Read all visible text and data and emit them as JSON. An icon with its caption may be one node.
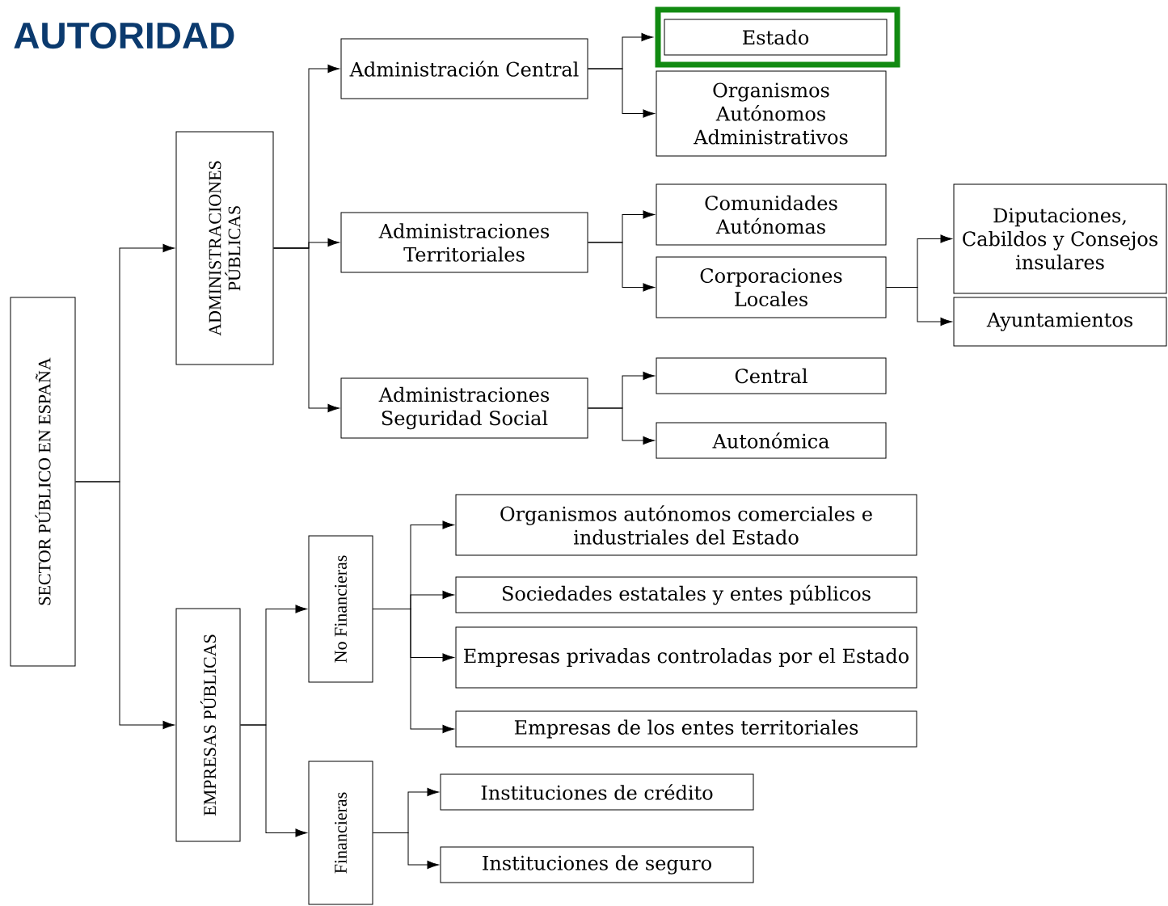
{
  "diagram": {
    "title": "AUTORIDAD",
    "nodes": [
      {
        "text": [
          "SECTOR PÚBLICO EN ESPAÑA"
        ]
      },
      {
        "text": [
          "ADMINISTRACIONES PÚBLICAS"
        ]
      },
      {
        "text": [
          "EMPRESAS PÚBLICAS"
        ]
      },
      {
        "text": [
          "Administración Central"
        ]
      },
      {
        "text": [
          "Administraciones Territoriales"
        ]
      },
      {
        "text": [
          "Administraciones Seguridad Social"
        ]
      },
      {
        "text": [
          "Estado"
        ]
      },
      {
        "text": [
          "Organismos Autónomos Administrativos"
        ]
      },
      {
        "text": [
          "Comunidades Autónomas"
        ]
      },
      {
        "text": [
          "Corporaciones Locales"
        ]
      },
      {
        "text": [
          "Diputaciones, Cabildos y Consejos insulares"
        ]
      },
      {
        "text": [
          "Ayuntamientos"
        ]
      },
      {
        "text": [
          "Central"
        ]
      },
      {
        "text": [
          "Autonómica"
        ]
      },
      {
        "text": [
          "No Financieras"
        ]
      },
      {
        "text": [
          "Financieras"
        ]
      },
      {
        "text": [
          "Organismos autónomos comerciales e industriales del Estado"
        ]
      },
      {
        "text": [
          "Sociedades estatales y entes públicos"
        ]
      },
      {
        "text": [
          "Empresas privadas controladas por el Estado"
        ]
      },
      {
        "text": [
          "Empresas de los entes territoriales"
        ]
      },
      {
        "text": [
          "Instituciones de crédito"
        ]
      },
      {
        "text": [
          "Instituciones de seguro"
        ]
      }
    ],
    "edges": [
      {
        "from": 0,
        "to": 1,
        "arrow": "to"
      },
      {
        "from": 0,
        "to": 2,
        "arrow": "to"
      },
      {
        "from": 1,
        "to": 3,
        "arrow": "to"
      },
      {
        "from": 1,
        "to": 4,
        "arrow": "to"
      },
      {
        "from": 1,
        "to": 5,
        "arrow": "to"
      },
      {
        "from": 3,
        "to": 6,
        "arrow": "to"
      },
      {
        "from": 3,
        "to": 7,
        "arrow": "to"
      },
      {
        "from": 4,
        "to": 8,
        "arrow": "to"
      },
      {
        "from": 4,
        "to": 9,
        "arrow": "to"
      },
      {
        "from": 9,
        "to": 10,
        "arrow": "to"
      },
      {
        "from": 9,
        "to": 11,
        "arrow": "to"
      },
      {
        "from": 5,
        "to": 12,
        "arrow": "to"
      },
      {
        "from": 5,
        "to": 13,
        "arrow": "to"
      },
      {
        "from": 2,
        "to": 14,
        "arrow": "to"
      },
      {
        "from": 2,
        "to": 15,
        "arrow": "to"
      },
      {
        "from": 14,
        "to": 16,
        "arrow": "to"
      },
      {
        "from": 14,
        "to": 17,
        "arrow": "to"
      },
      {
        "from": 14,
        "to": 18,
        "arrow": "to"
      },
      {
        "from": 14,
        "to": 19,
        "arrow": "to"
      },
      {
        "from": 15,
        "to": 20,
        "arrow": "to"
      },
      {
        "from": 15,
        "to": 21,
        "arrow": "to"
      }
    ]
  }
}
